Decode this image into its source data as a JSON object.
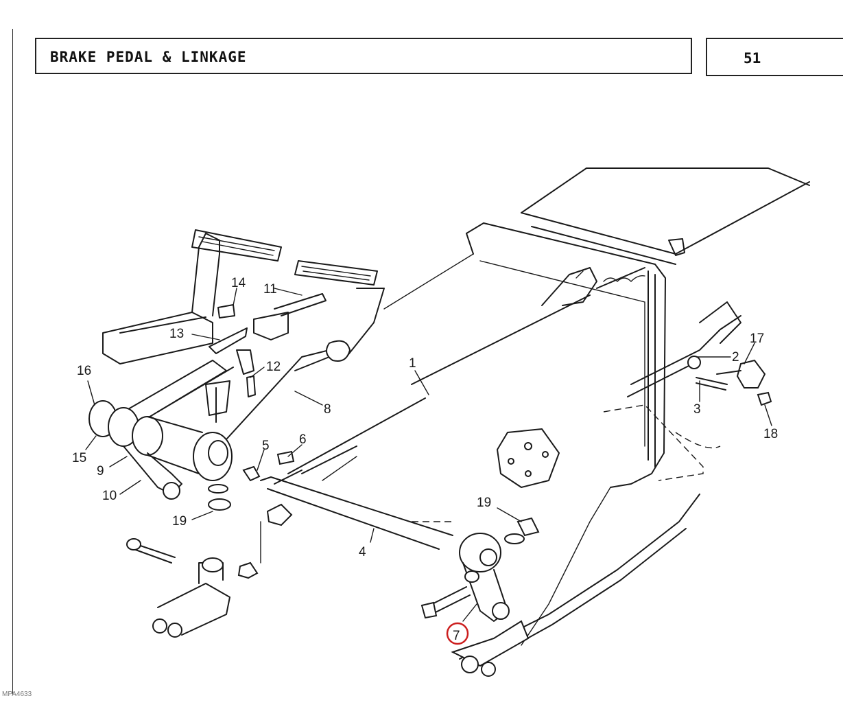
{
  "header": {
    "title": "BRAKE PEDAL & LINKAGE",
    "page_number": "51"
  },
  "footer": {
    "drawing_code": "MPA4633"
  },
  "diagram": {
    "callouts": [
      {
        "label": "1"
      },
      {
        "label": "2"
      },
      {
        "label": "3"
      },
      {
        "label": "4"
      },
      {
        "label": "5"
      },
      {
        "label": "6"
      },
      {
        "label": "7"
      },
      {
        "label": "8"
      },
      {
        "label": "9"
      },
      {
        "label": "10"
      },
      {
        "label": "11"
      },
      {
        "label": "12"
      },
      {
        "label": "13"
      },
      {
        "label": "14"
      },
      {
        "label": "15"
      },
      {
        "label": "16"
      },
      {
        "label": "17"
      },
      {
        "label": "18"
      },
      {
        "label": "19"
      },
      {
        "label": "19"
      }
    ],
    "highlighted_callout": "7",
    "highlight_color": "#cc1f1f"
  }
}
